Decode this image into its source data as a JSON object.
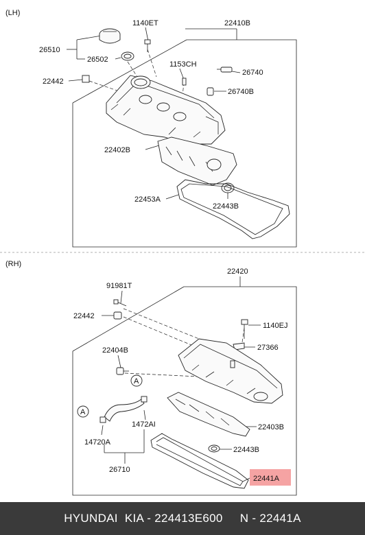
{
  "sections": {
    "lh_label": "(LH)",
    "rh_label": "(RH)"
  },
  "lh_parts": {
    "p1140ET": "1140ET",
    "p22410B": "22410B",
    "p26510": "26510",
    "p26502": "26502",
    "p1153CH": "1153CH",
    "p26740": "26740",
    "p22442": "22442",
    "p26740B": "26740B",
    "p22402B": "22402B",
    "p22453A": "22453A",
    "p22443B": "22443B"
  },
  "rh_parts": {
    "p22420": "22420",
    "p91981T": "91981T",
    "p22442": "22442",
    "p1140EJ": "1140EJ",
    "p22404B": "22404B",
    "p27366": "27366",
    "ref_a1": "A",
    "ref_a2": "A",
    "p1472AI": "1472AI",
    "p14720A": "14720A",
    "p22403B": "22403B",
    "p22443B": "22443B",
    "p26710": "26710",
    "p22441A": "22441A"
  },
  "highlight": {
    "part": "22441A",
    "color": "#f5a3a3"
  },
  "footer": {
    "text": "HYUNDAI  KIA - 224413E600     N - 22441A"
  }
}
